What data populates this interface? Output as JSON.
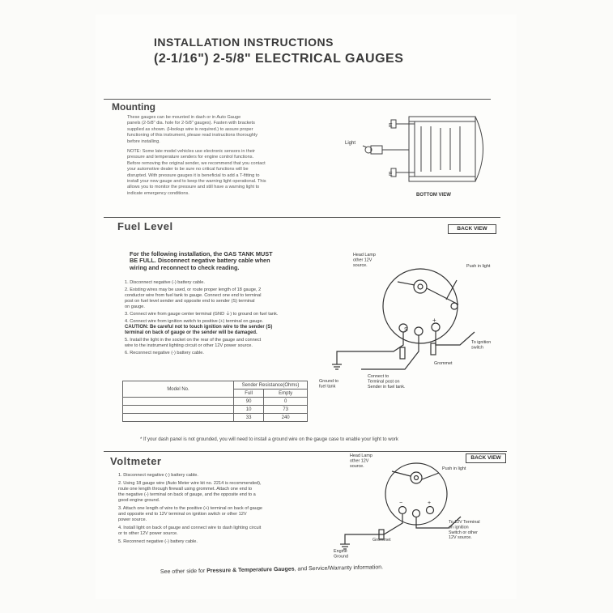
{
  "header": {
    "title_line1": "INSTALLATION INSTRUCTIONS",
    "title_line2": "(2-1/16\") 2-5/8\" ELECTRICAL GAUGES"
  },
  "mounting": {
    "heading": "Mounting",
    "para1": "These gauges can be mounted in dash or in Auto Gauge\npanels (2-5/8\" dia. hole for 2-5/8\" gauges). Fasten with brackets\nsupplied as shown. (Hookup wire is required.) to assure proper\nfunctioning of this instrument, please read instructions thoroughly\nbefore installing.",
    "para2": "NOTE: Some late model vehicles use electronic sensors in their\npressure and temperature senders for engine control functions.\nBefore removing the original sender, we recommend that you contact\nyour automotive dealer to be sure no critical functions will be\ndisrupted. With pressure gauges it is beneficial to add a T-fitting to\ninstall your new gauge and to keep the warning light operational. This\nallows you to monitor the pressure and still have a warning light to\nindicate emergency conditions.",
    "diagram": {
      "light_label": "Light",
      "bottom_view": "BOTTOM VIEW"
    }
  },
  "fuel": {
    "heading": "Fuel Level",
    "back_view": "BACK VIEW",
    "intro": "For the following installation, the GAS TANK MUST\nBE FULL. Disconnect negative battery cable when\nwiring and reconnect to check reading.",
    "steps": [
      "1. Disconnect negative (-) battery cable.",
      "2. Existing wires may be used, or route proper length of 18 gauge, 2\n   conductor wire from fuel tank to gauge. Connect one end to terminal\n   post on fuel level sender and opposite end to sender (S) terminal\n   on gauge.",
      "3. Connect wire from gauge center terminal (GND ⏚) to ground on fuel tank.",
      "4. Connect wire from ignition switch to positive (+) terminal on gauge.",
      "   CAUTION: Be careful not to touch ignition wire to the sender (S)\n   terminal on back of gauge or the sender will be damaged.",
      "5. Install the light in the socket on the rear of the gauge and connect\n   wire to the instrument lighting circuit or other 12V power source.",
      "6. Reconnect negative (-) battery cable."
    ],
    "table": {
      "model_label": "Model  No.",
      "group_header": "Sender Resistance(Ohms)",
      "col_full": "Full",
      "col_empty": "Empty",
      "rows": [
        {
          "full": "90",
          "empty": "0"
        },
        {
          "full": "10",
          "empty": "73"
        },
        {
          "full": "33",
          "empty": "240"
        }
      ]
    },
    "diagram": {
      "head_lamp": "Head Lamp\nother 12V\nsource.",
      "push_in_light": "Push in light",
      "to_ignition": "To ignition\nswitch",
      "grommet": "Grommet",
      "ground_to_tank": "Ground to\nfuel tank",
      "connect_to": "Connect  to\nTerminal post on\nSender in fuel tank."
    },
    "footnote": "* If your dash panel is not grounded, you will need to install a ground wire on the gauge case to enable your light to work"
  },
  "voltmeter": {
    "heading": "Voltmeter",
    "back_view": "BACK VIEW",
    "steps": [
      "1. Disconnect negative (-) battery cable.",
      "2. Using 18 gauge wire (Auto Meter wire kit no. 2214 is recommended),\n   route one length through firewall using grommet. Attach one end to\n   the negative (-) terminal on back of gauge, and the opposite end to a\n   good engine ground.",
      "3. Attach one length of wire to the positive (+) terminal on back of gauge\n   and opposite end to 12V terminal on ignition switch or other 12V\n   power source.",
      "4. Install light on back of gauge and connect wire to dash lighting circuit\n   or to other 12V power source.",
      "5. Reconnect negative (-) battery cable."
    ],
    "diagram": {
      "head_lamp": "Head Lamp\nother 12V\nsource.",
      "push_in_light": "Push in light",
      "to_12v": "To  12V  Terminal\non  ignition\nSwitch  or  other\n12V  source.",
      "grommet": "Grommet",
      "engine_ground": "Engine\nGround"
    }
  },
  "footer": {
    "text_prefix": "See other side for ",
    "text_bold": "Pressure & Temperature Gauges",
    "text_suffix": ", and Service/Warranty information."
  }
}
